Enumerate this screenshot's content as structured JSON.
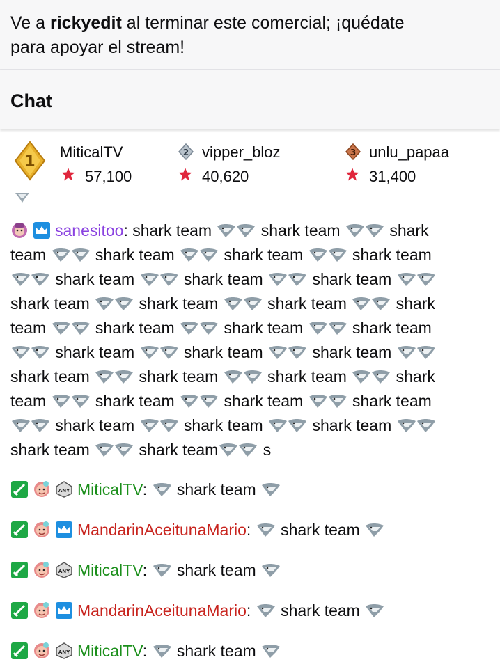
{
  "banner": {
    "prefix": "Ve a ",
    "channel": "rickyedit",
    "suffix_line1": " al terminar este comercial; ¡quédate",
    "line2": "para apoyar el stream!"
  },
  "chat": {
    "title": "Chat"
  },
  "leaderboard": [
    {
      "rank": "1",
      "name": "MiticalTV",
      "points": "57,100"
    },
    {
      "rank": "2",
      "name": "vipper_bloz",
      "points": "40,620"
    },
    {
      "rank": "3",
      "name": "unlu_papaa",
      "points": "31,400"
    }
  ],
  "colors": {
    "purple_user": "#8a42e0",
    "green_user": "#1b8f1b",
    "red_user": "#c8241e",
    "star": "#e0263c",
    "gold": "#e8b02a",
    "badge_blue": "#1e8fe0",
    "badge_green": "#1ea845"
  },
  "messages": {
    "long": {
      "user": "sanesitoo",
      "sep": ":",
      "lines": [
        " shark team ",
        " shark team ",
        " shark",
        "team ",
        " shark team ",
        " shark team ",
        " shark team ",
        " shark team ",
        " shark team ",
        " shark team ",
        "shark team ",
        " shark team ",
        " shark team ",
        " shark",
        "team ",
        " shark team ",
        " shark team ",
        " shark team ",
        " shark team ",
        " shark team ",
        " shark team ",
        "shark team ",
        " shark team ",
        " shark team ",
        " shark",
        "team ",
        " shark team ",
        " shark team ",
        " shark team ",
        " shark team ",
        " shark team ",
        " shark team ",
        "shark team ",
        " shark team",
        " s"
      ]
    },
    "short": [
      {
        "user": "MiticalTV",
        "sep": ":",
        "text": " shark team "
      },
      {
        "user": "MandarinAceitunaMario",
        "sep": ":",
        "text": " shark team "
      },
      {
        "user": "MiticalTV",
        "sep": ":",
        "text": " shark team "
      },
      {
        "user": "MandarinAceitunaMario",
        "sep": ":",
        "text": " shark team "
      },
      {
        "user": "MiticalTV",
        "sep": ":",
        "text": " shark team "
      }
    ]
  }
}
